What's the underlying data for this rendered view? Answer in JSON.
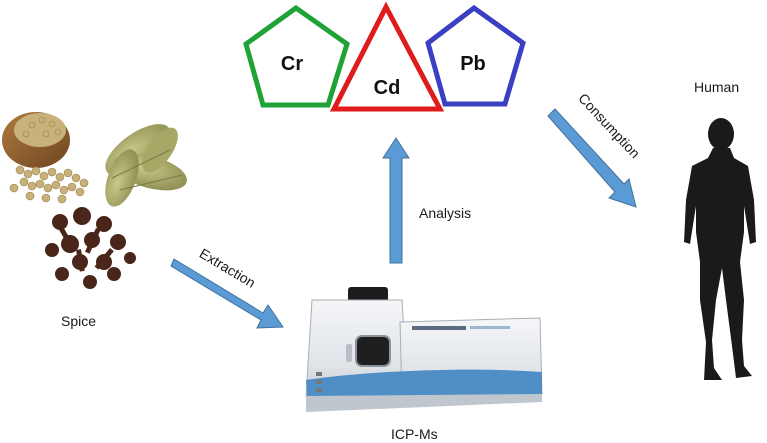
{
  "elements": {
    "cr": "Cr",
    "cd": "Cd",
    "pb": "Pb"
  },
  "labels": {
    "human": "Human",
    "spice": "Spice",
    "instrument": "ICP-Ms",
    "extraction": "Extraction",
    "analysis": "Analysis",
    "consumption": "Consumption"
  },
  "colors": {
    "cr": "#1fa336",
    "cd": "#e01b1b",
    "pb": "#3a3fc4",
    "arrow": "#5b9bd5",
    "arrow_stroke": "#41719c",
    "silhouette": "#1a1a1a",
    "instrument_body": "#e9ecef",
    "instrument_accent": "#4f8fc6"
  },
  "icons": {
    "spice": "spice-photo",
    "instrument": "icp-ms-instrument",
    "human": "human-silhouette"
  }
}
